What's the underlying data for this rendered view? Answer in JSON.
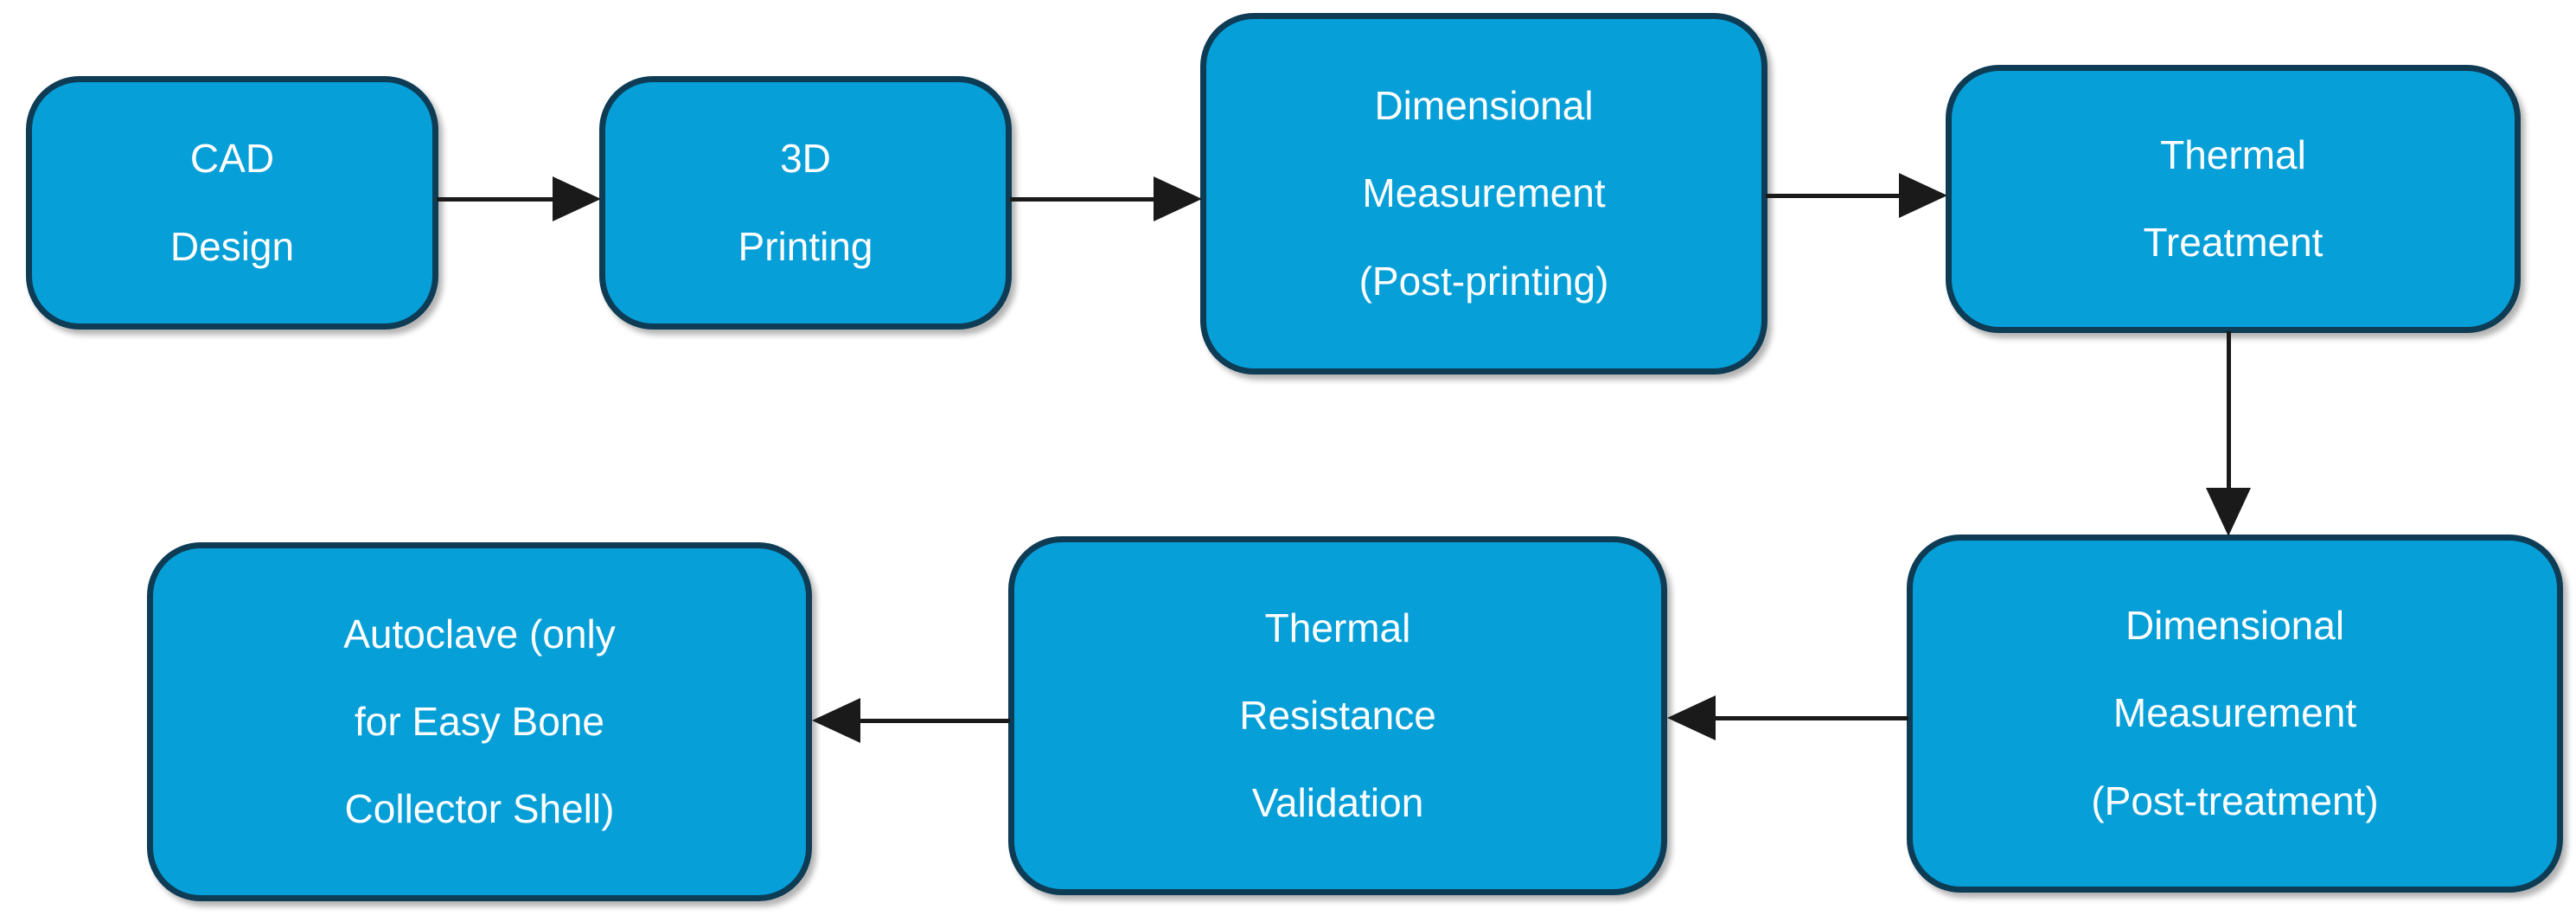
{
  "diagram": {
    "type": "flowchart",
    "background_color": "#ffffff",
    "node_fill_color": "#069fd8",
    "node_border_color": "#0e3c55",
    "node_text_color": "#ffffff",
    "arrow_color": "#1a1a1a",
    "nodes": [
      {
        "id": "cad-design",
        "label": "CAD Design",
        "lines": [
          "CAD",
          "Design"
        ]
      },
      {
        "id": "3d-printing",
        "label": "3D Printing",
        "lines": [
          "3D",
          "Printing"
        ]
      },
      {
        "id": "dimensional-measurement-post-printing",
        "label": "Dimensional Measurement (Post-printing)",
        "lines": [
          "Dimensional",
          "Measurement",
          "(Post-printing)"
        ]
      },
      {
        "id": "thermal-treatment",
        "label": "Thermal Treatment",
        "lines": [
          "Thermal",
          "Treatment"
        ]
      },
      {
        "id": "dimensional-measurement-post-treatment",
        "label": "Dimensional Measurement (Post-treatment)",
        "lines": [
          "Dimensional",
          "Measurement",
          "(Post-treatment)"
        ]
      },
      {
        "id": "thermal-resistance-validation",
        "label": "Thermal Resistance Validation",
        "lines": [
          "Thermal",
          "Resistance",
          "Validation"
        ]
      },
      {
        "id": "autoclave-shell",
        "label": "Autoclave (only for Easy Bone Collector Shell)",
        "lines": [
          "Autoclave (only",
          "for Easy Bone",
          "Collector Shell)"
        ]
      }
    ],
    "edges": [
      {
        "from": "cad-design",
        "to": "3d-printing",
        "direction": "right"
      },
      {
        "from": "3d-printing",
        "to": "dimensional-measurement-post-printing",
        "direction": "right"
      },
      {
        "from": "dimensional-measurement-post-printing",
        "to": "thermal-treatment",
        "direction": "right"
      },
      {
        "from": "thermal-treatment",
        "to": "dimensional-measurement-post-treatment",
        "direction": "down"
      },
      {
        "from": "dimensional-measurement-post-treatment",
        "to": "thermal-resistance-validation",
        "direction": "left"
      },
      {
        "from": "thermal-resistance-validation",
        "to": "autoclave-shell",
        "direction": "left"
      }
    ]
  }
}
